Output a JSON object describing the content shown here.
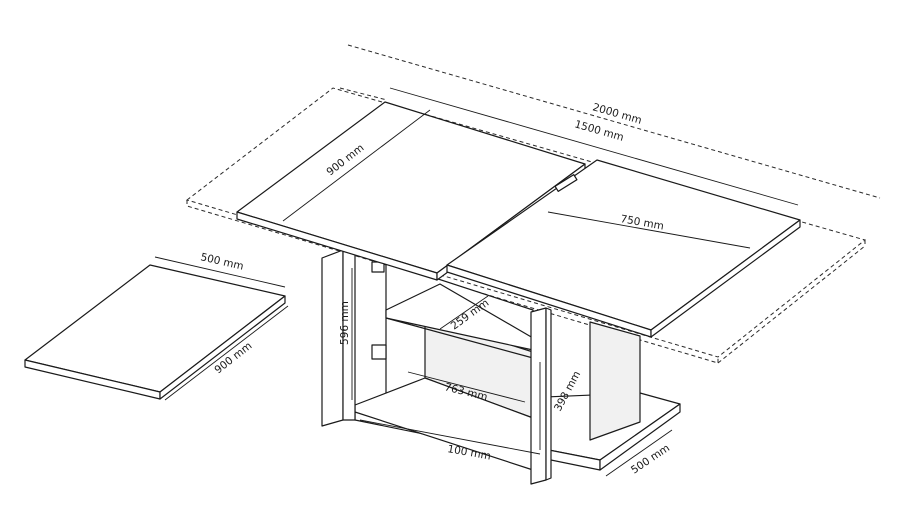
{
  "dimensions": {
    "extended_length": "2000 mm",
    "closed_length": "1500 mm",
    "top_depth": "900 mm",
    "leaf_width": "750 mm",
    "extension_width": "500 mm",
    "extension_depth": "900 mm",
    "cabinet_height": "596 mm",
    "shelf_depth": "259 mm",
    "inner_width": "763 mm",
    "side_height": "398 mm",
    "plinth_length": "100 mm",
    "base_depth": "500 mm"
  },
  "colors": {
    "line": "#1a1a1a",
    "background": "#ffffff"
  }
}
